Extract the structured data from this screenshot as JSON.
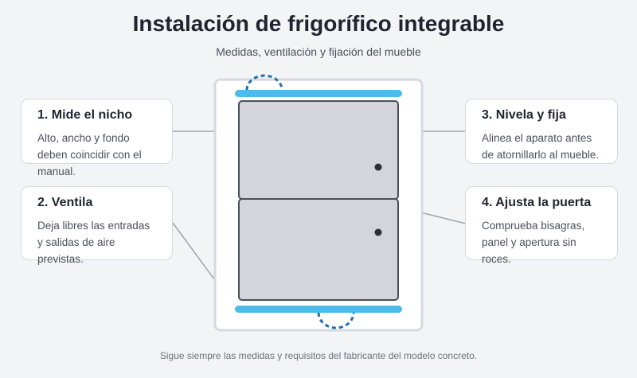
{
  "header": {
    "title": "Instalación de frigorífico integrable",
    "subtitle": "Medidas, ventilación y fijación del mueble"
  },
  "steps": [
    {
      "title": "1. Mide el nicho",
      "text": "Alto, ancho y fondo deben coincidir con el manual."
    },
    {
      "title": "2. Ventila",
      "text": "Deja libres las entradas y salidas de aire previstas."
    },
    {
      "title": "3. Nivela y fija",
      "text": "Alinea el aparato antes de atornillarlo al mueble."
    },
    {
      "title": "4. Ajusta la puerta",
      "text": "Comprueba bisagras, panel y apertura sin roces."
    }
  ],
  "footer": "Sigue siempre las medidas y requisitos del fabricante del modelo concreto.",
  "colors": {
    "vent": "#4cbcec",
    "vent_marker": "#1e6fa8",
    "door_fill": "#d4d5dc",
    "door_stroke": "#4a4f5a",
    "cabinet_border": "#d5d9e0",
    "connector": "#9aa3ae"
  },
  "icons": [
    "airflow-marker-icon",
    "door-handle-icon"
  ]
}
